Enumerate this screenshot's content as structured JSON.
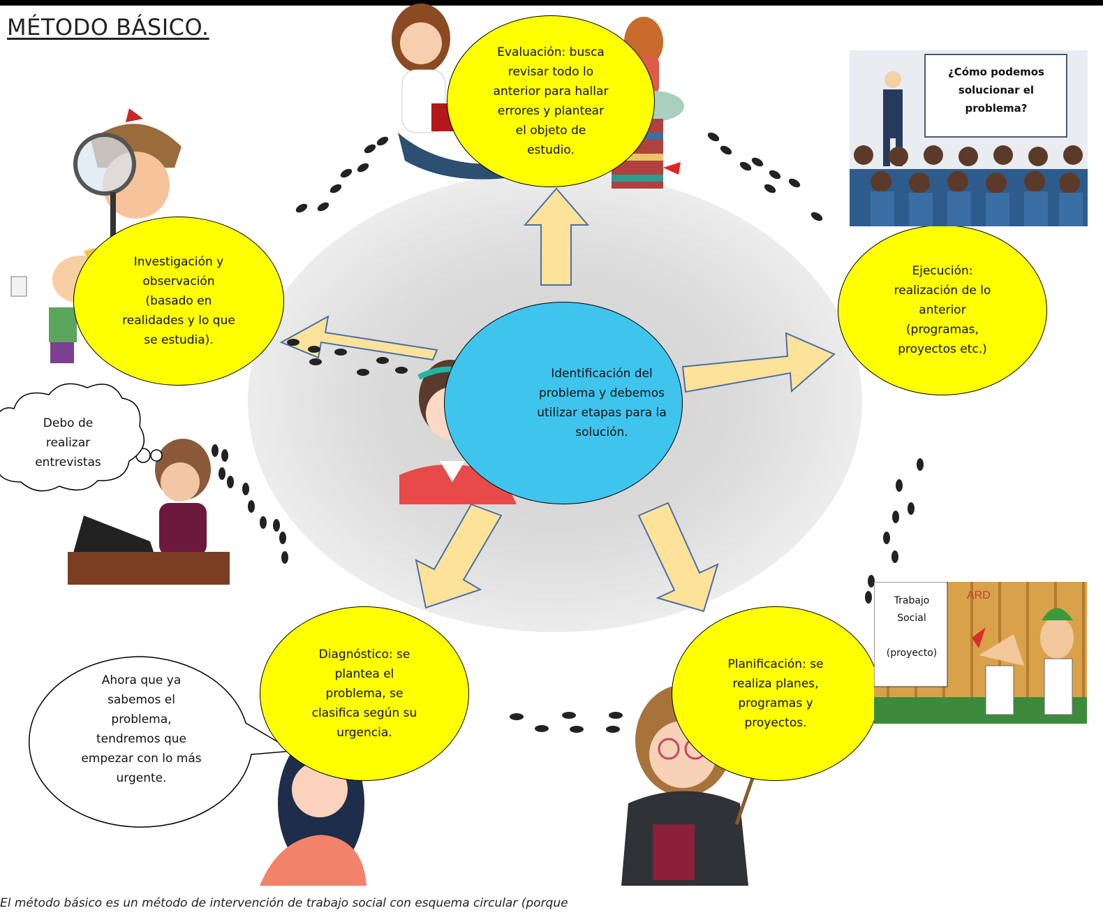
{
  "title": "MÉTODO BÁSICO.",
  "center": {
    "text": "Identificación del\nproblema y debemos\nutilizar etapas para la\nsolución."
  },
  "stages": {
    "evaluacion": "Evaluación: busca\nrevisar todo lo\nanterior para hallar\nerrores y plantear\nel objeto de\nestudio.",
    "investigacion": "Investigación y\nobservación\n(basado en\nrealidades y lo que\nse estudia).",
    "ejecucion": "Ejecución:\nrealización de lo\nanterior\n(programas,\nproyectos etc.)",
    "diagnostico": "Diagnóstico: se\nplantea el\nproblema, se\nclasifica según su\nurgencia.",
    "planificacion": "Planificación: se\nrealiza planes,\nprogramas y\nproyectos."
  },
  "thought_bubble": "Debo de\nrealizar\nentrevistas",
  "speech_bubble": "Ahora que ya\nsabemos el\nproblema,\ntendremos que\nempezar con lo más\nurgente.",
  "whiteboard": "¿Cómo podemos\nsolucionar el\nproblema?",
  "trabajo_social": "Trabajo\nSocial\n\n(proyecto)",
  "board_sign": "ARD",
  "footer": "El método básico es un método de intervención de trabajo social con esquema circular (porque",
  "colors": {
    "stage_fill": "#ffff00",
    "center_fill": "#3fc4ee",
    "arrow_fill": "#fde39a",
    "arrow_stroke": "#4a6fa5"
  }
}
